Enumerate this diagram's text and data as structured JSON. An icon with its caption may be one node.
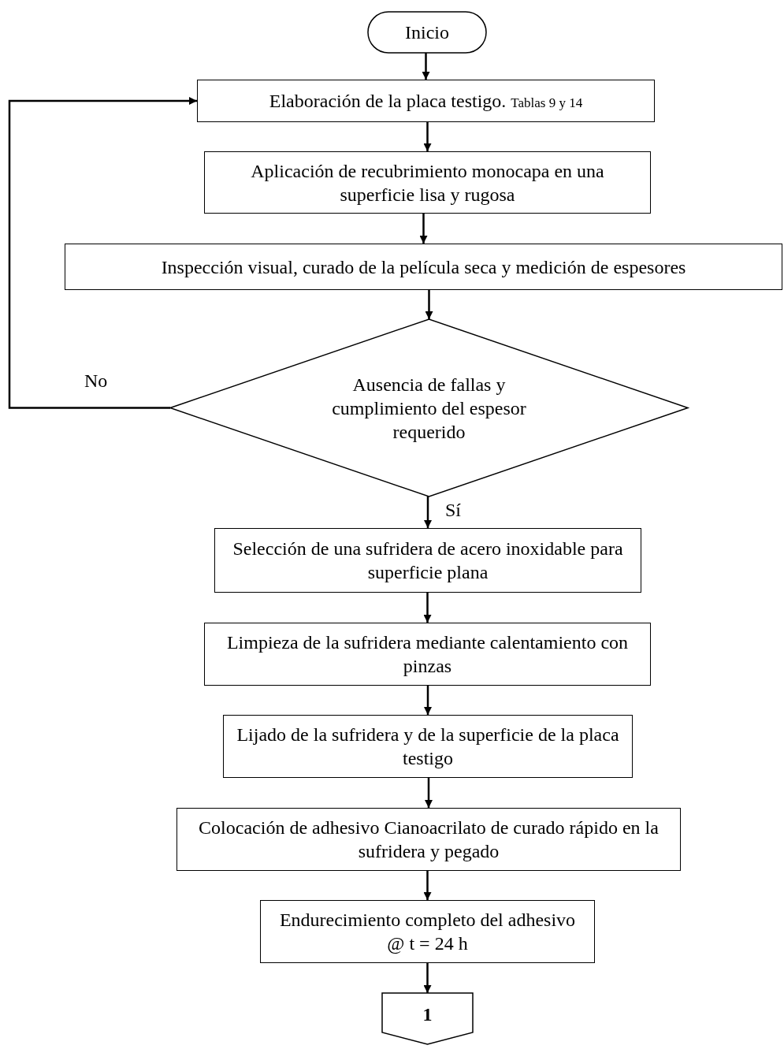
{
  "diagram": {
    "nodes": [
      {
        "text": [
          "Inicio"
        ]
      },
      {
        "text": [
          "Elaboración de la placa testigo.",
          "Tablas 9 y 14"
        ]
      },
      {
        "text": [
          "Aplicación de recubrimiento monocapa en una superficie lisa y rugosa"
        ]
      },
      {
        "text": [
          "Inspección visual, curado de la película seca y medición de espesores"
        ]
      },
      {
        "text": [
          "Ausencia de fallas y cumplimiento del espesor requerido"
        ]
      },
      {
        "text": [
          "Selección de una sufridera de acero inoxidable para superficie plana"
        ]
      },
      {
        "text": [
          "Limpieza de la sufridera mediante calentamiento con pinzas"
        ]
      },
      {
        "text": [
          "Lijado de la sufridera y de la superficie de la placa testigo"
        ]
      },
      {
        "text": [
          "Colocación de adhesivo Cianoacrilato de curado rápido en la sufridera y pegado"
        ]
      },
      {
        "text": [
          "Endurecimiento completo del adhesivo @ t = 24 h"
        ]
      },
      {
        "text": [
          "1"
        ]
      }
    ],
    "edges": [
      {
        "from": 0,
        "to": 1,
        "arrow": "to"
      },
      {
        "from": 1,
        "to": 2,
        "arrow": "to"
      },
      {
        "from": 2,
        "to": 3,
        "arrow": "to"
      },
      {
        "from": 3,
        "to": 4,
        "arrow": "to"
      },
      {
        "from": 4,
        "to": 1,
        "arrow": "to",
        "label": "No"
      },
      {
        "from": 4,
        "to": 5,
        "arrow": "to",
        "label": "Sí"
      },
      {
        "from": 5,
        "to": 6,
        "arrow": "to"
      },
      {
        "from": 6,
        "to": 7,
        "arrow": "to"
      },
      {
        "from": 7,
        "to": 8,
        "arrow": "to"
      },
      {
        "from": 8,
        "to": 9,
        "arrow": "to"
      },
      {
        "from": 9,
        "to": 10,
        "arrow": "to"
      }
    ]
  }
}
